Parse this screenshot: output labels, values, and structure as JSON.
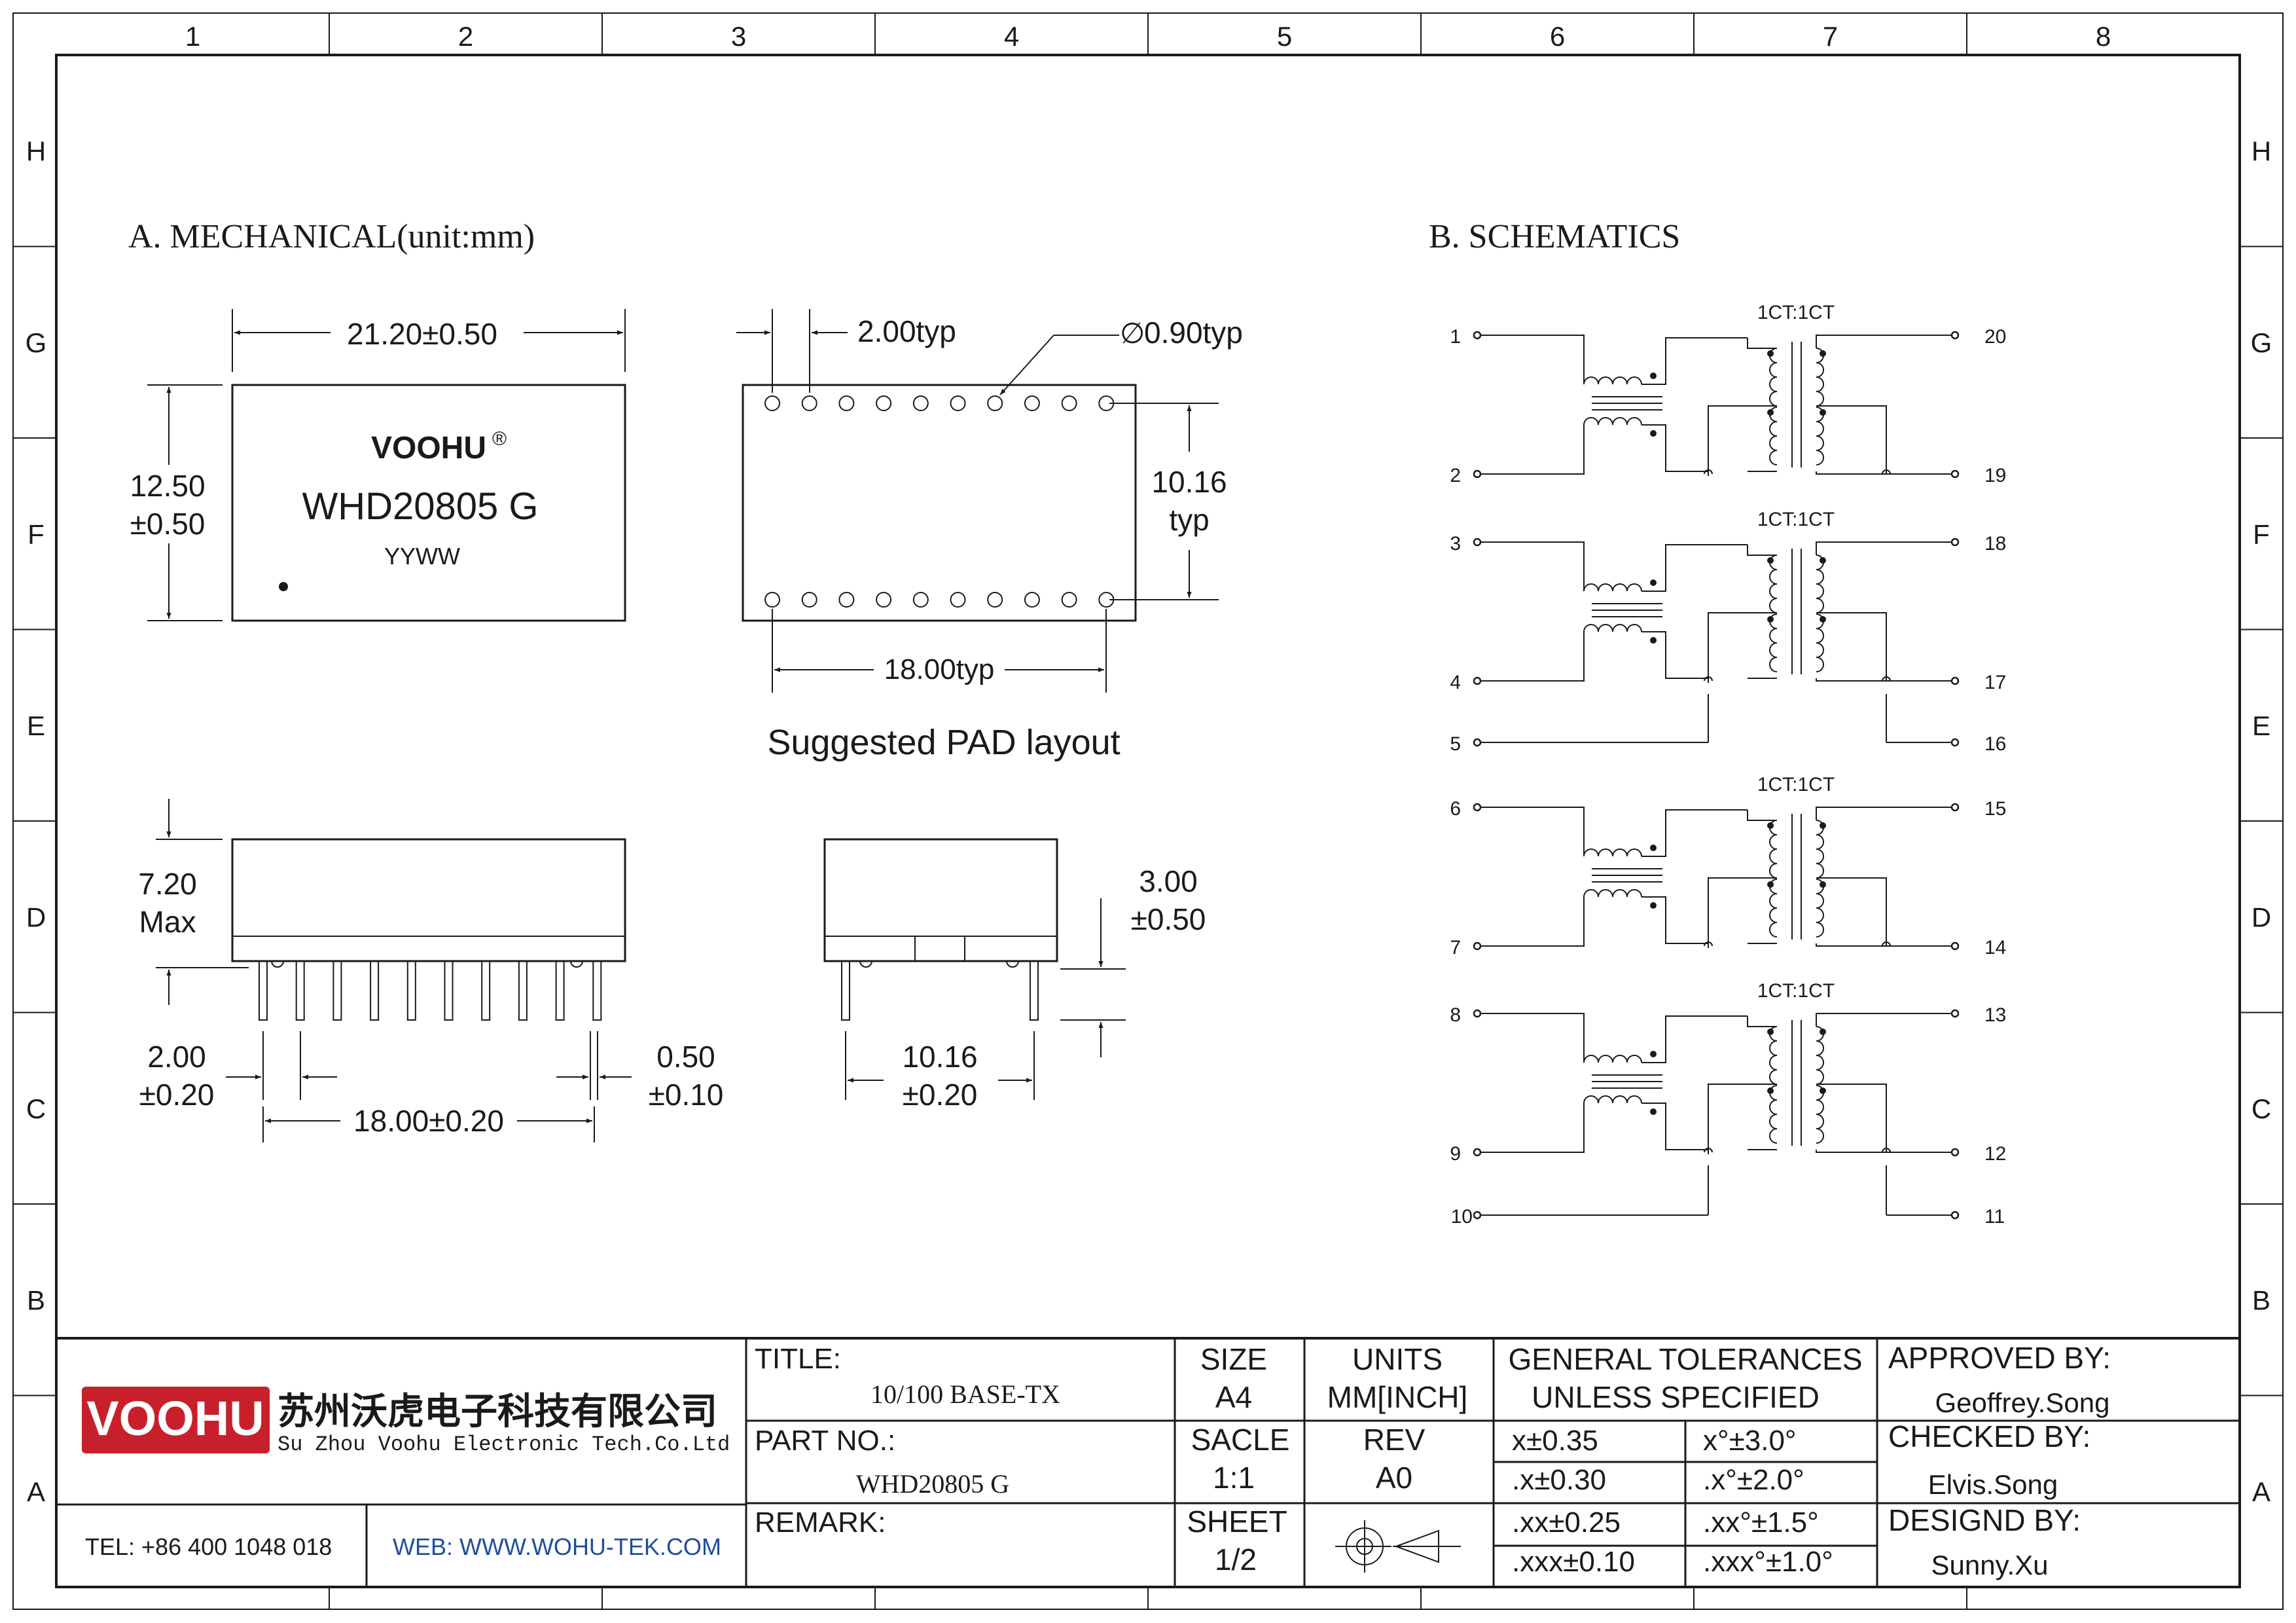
{
  "frame": {
    "col_labels": [
      "1",
      "2",
      "3",
      "4",
      "5",
      "6",
      "7",
      "8"
    ],
    "row_labels": [
      "H",
      "G",
      "F",
      "E",
      "D",
      "C",
      "B",
      "A"
    ]
  },
  "mechanical": {
    "heading": "A. MECHANICAL(unit:mm)",
    "top_view": {
      "width_dim": "21.20±0.50",
      "height_dim_1": "12.50",
      "height_dim_2": "±0.50",
      "brand": "VOOHU",
      "brand_reg": "®",
      "part": "WHD20805 G",
      "datecode": "YYWW"
    },
    "pad_layout": {
      "pitch_dim": "2.00typ",
      "hole_dim": "0.90typ",
      "diameter_symbol": "∅",
      "row_spacing_1": "10.16",
      "row_spacing_2": "typ",
      "span_dim": "18.00typ",
      "caption": "Suggested PAD layout"
    },
    "side_view": {
      "height_dim_1": "7.20",
      "height_dim_2": "Max",
      "pitch_dim_1": "2.00",
      "pitch_dim_2": "±0.20",
      "pin_width_1": "0.50",
      "pin_width_2": "±0.10",
      "span_dim": "18.00±0.20"
    },
    "end_view": {
      "standoff_1": "3.00",
      "standoff_2": "±0.50",
      "row_dim_1": "10.16",
      "row_dim_2": "±0.20"
    }
  },
  "schematics": {
    "heading": "B. SCHEMATICS",
    "ratio_label": "1CT:1CT",
    "channels": [
      {
        "ratio": "1CT:1CT",
        "left_top": "1",
        "left_bottom": "2",
        "right_top": "20",
        "right_bottom": "19"
      },
      {
        "ratio": "1CT:1CT",
        "left_top": "3",
        "left_bottom": "4",
        "right_top": "18",
        "right_bottom": "17"
      },
      {
        "ratio": "1CT:1CT",
        "left_top": "6",
        "left_bottom": "7",
        "right_top": "15",
        "right_bottom": "14"
      },
      {
        "ratio": "1CT:1CT",
        "left_top": "8",
        "left_bottom": "9",
        "right_top": "13",
        "right_bottom": "12"
      }
    ],
    "common_pins": [
      {
        "left": "5",
        "right": "16"
      },
      {
        "left": "10",
        "right": "11"
      }
    ]
  },
  "title_block": {
    "company_logo": "VOOHU",
    "company_cn": "苏州沃虎电子科技有限公司",
    "company_en": "Su Zhou Voohu Electronic Tech.Co.Ltd",
    "tel": "TEL: +86 400 1048 018",
    "web": "WEB: WWW.WOHU-TEK.COM",
    "title_label": "TITLE:",
    "title_value": "10/100 BASE-TX",
    "part_label": "PART NO.:",
    "part_value": "WHD20805 G",
    "remark_label": "REMARK:",
    "size_label": "SIZE",
    "size_value": "A4",
    "units_label": "UNITS",
    "units_value": "MM[INCH]",
    "scale_label": "SACLE",
    "scale_value": "1:1",
    "rev_label": "REV",
    "rev_value": "A0",
    "sheet_label": "SHEET",
    "sheet_value": "1/2",
    "tol_header_1": "GENERAL TOLERANCES",
    "tol_header_2": "UNLESS SPECIFIED",
    "tolerances": [
      {
        "linear": "x±0.35",
        "angle": "x°±3.0°"
      },
      {
        "linear": ".x±0.30",
        "angle": ".x°±2.0°"
      },
      {
        "linear": ".xx±0.25",
        "angle": ".xx°±1.5°"
      },
      {
        "linear": ".xxx±0.10",
        "angle": ".xxx°±1.0°"
      }
    ],
    "approved_label": "APPROVED BY:",
    "approved_value": "Geoffrey.Song",
    "checked_label": "CHECKED BY:",
    "checked_value": "Elvis.Song",
    "designed_label": "DESIGND BY:",
    "designed_value": "Sunny.Xu"
  },
  "colors": {
    "line": "#1a1a1a",
    "logo_red": "#c8202a",
    "web_blue": "#1f4e9c"
  }
}
